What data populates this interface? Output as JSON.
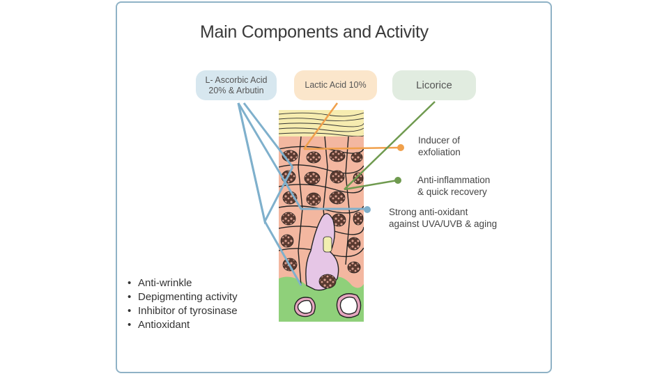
{
  "title": "Main Components and Activity",
  "components": {
    "ascorbic": "L- Ascorbic Acid\n20% & Arbutin",
    "lactic": "Lactic Acid 10%",
    "licorice": "Licorice"
  },
  "effects": {
    "exfoliation": "Inducer of\nexfoliation",
    "anti_inflammation": "Anti-inflammation\n& quick recovery",
    "anti_oxidant": "Strong anti-oxidant\nagainst UVA/UVB & aging"
  },
  "ascorbic_benefits": [
    "Anti-wrinkle",
    "Depigmenting activity",
    "Inhibitor of tyrosinase",
    "Antioxidant"
  ],
  "colors": {
    "frame": "#8fb2c6",
    "blue_line": "#7fb0cc",
    "orange_line": "#f0a04b",
    "green_line": "#6f9a4f",
    "stratum_corneum": "#f6ecb0",
    "epidermis": "#f3b7a0",
    "dermis": "#8fd07a",
    "melanocyte": "#e6c6e6"
  }
}
